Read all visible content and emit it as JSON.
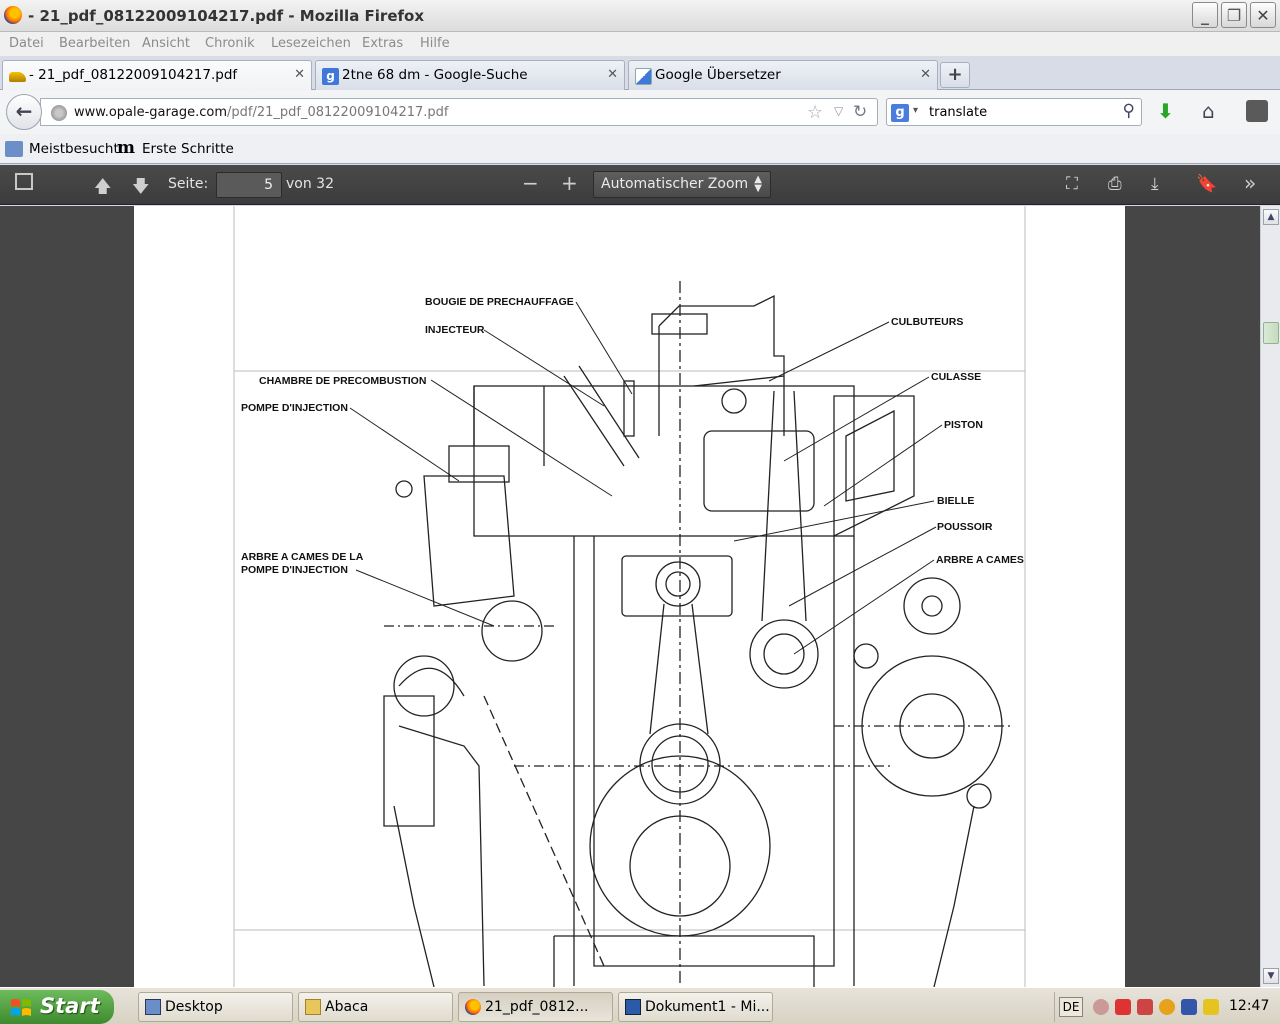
{
  "window": {
    "title": "- 21_pdf_08122009104217.pdf - Mozilla Firefox",
    "min": "_",
    "max": "❐",
    "close": "✕"
  },
  "menu": [
    "Datei",
    "Bearbeiten",
    "Ansicht",
    "Chronik",
    "Lesezeichen",
    "Extras",
    "Hilfe"
  ],
  "tabs": [
    {
      "label": "- 21_pdf_08122009104217.pdf",
      "icon": "car-favicon",
      "close": "✕"
    },
    {
      "label": "2tne 68 dm - Google-Suche",
      "icon": "google-favicon",
      "close": "✕"
    },
    {
      "label": "Google Übersetzer",
      "icon": "translate-favicon",
      "close": "✕"
    }
  ],
  "new_tab": "+",
  "nav": {
    "back": "←",
    "url_host": "www.opale-garage.com",
    "url_path": "/pdf/21_pdf_08122009104217.pdf",
    "search_engine": "g",
    "search_query": "translate"
  },
  "bookmarks": [
    "Meistbesucht",
    "Erste Schritte"
  ],
  "pdf": {
    "page_label": "Seite:",
    "page_current": "5",
    "page_total": "von 32",
    "zoom": "Automatischer Zoom"
  },
  "diagram": {
    "labels": {
      "bougie": "BOUGIE DE PRECHAUFFAGE",
      "injecteur": "INJECTEUR",
      "chambre": "CHAMBRE DE PRECOMBUSTION",
      "pompe": "POMPE D'INJECTION",
      "arbre_pompe_1": "ARBRE A CAMES DE LA",
      "arbre_pompe_2": "POMPE D'INJECTION",
      "culbuteurs": "CULBUTEURS",
      "culasse": "CULASSE",
      "piston": "PISTON",
      "bielle": "BIELLE",
      "poussoir": "POUSSOIR",
      "arbre_cames": "ARBRE A CAMES"
    }
  },
  "taskbar": {
    "start": "Start",
    "items": [
      "Desktop",
      "Abaca",
      "21_pdf_0812...",
      "Dokument1 - Mi..."
    ],
    "lang": "DE",
    "clock": "12:47"
  },
  "colors": {
    "pdf_toolbar": "#3f3f3f",
    "viewer_bg": "#464646",
    "start_green": "#4a9a3a",
    "taskbar": "#ddd8cb"
  }
}
